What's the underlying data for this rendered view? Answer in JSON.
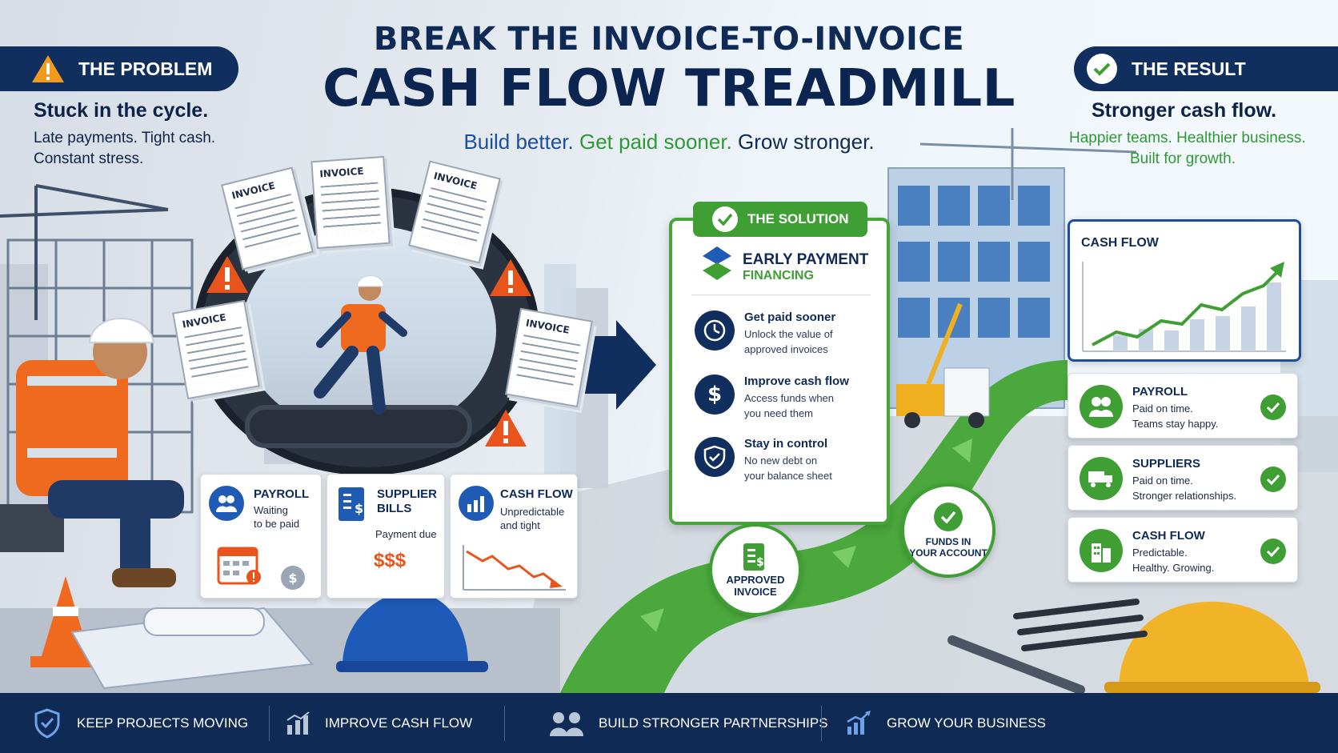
{
  "title": {
    "line1": "BREAK THE INVOICE-TO-INVOICE",
    "line2": "CASH FLOW TREADMILL"
  },
  "tagline": {
    "part1": "Build better.",
    "part2": "Get paid sooner.",
    "part3": "Grow stronger."
  },
  "problem": {
    "label": "THE PROBLEM",
    "heading": "Stuck in the cycle.",
    "line1": "Late payments. Tight cash.",
    "line2": "Constant stress.",
    "invoice_label": "INVOICE",
    "cards": [
      {
        "title": "PAYROLL",
        "text1": "Waiting",
        "text2": "to be paid"
      },
      {
        "title": "SUPPLIER",
        "title2": "BILLS",
        "text1": "Payment due",
        "amount": "$$$"
      },
      {
        "title": "CASH FLOW",
        "text1": "Unpredictable",
        "text2": "and tight"
      }
    ]
  },
  "solution": {
    "label": "THE SOLUTION",
    "brand_line1": "EARLY PAYMENT",
    "brand_line2": "FINANCING",
    "items": [
      {
        "title": "Get paid sooner",
        "text1": "Unlock the value of",
        "text2": "approved invoices"
      },
      {
        "title": "Improve cash flow",
        "text1": "Access funds when",
        "text2": "you need them"
      },
      {
        "title": "Stay in control",
        "text1": "No new debt on",
        "text2": "your balance sheet"
      }
    ],
    "badge_approved_1": "APPROVED",
    "badge_approved_2": "INVOICE",
    "badge_funds_1": "FUNDS IN",
    "badge_funds_2": "YOUR ACCOUNT"
  },
  "result": {
    "label": "THE RESULT",
    "heading": "Stronger cash flow.",
    "line1": "Happier teams. Healthier business.",
    "line2": "Built for growth.",
    "chart_title": "CASH FLOW",
    "cards": [
      {
        "title": "PAYROLL",
        "text1": "Paid on time.",
        "text2": "Teams stay happy."
      },
      {
        "title": "SUPPLIERS",
        "text1": "Paid on time.",
        "text2": "Stronger relationships."
      },
      {
        "title": "CASH FLOW",
        "text1": "Predictable.",
        "text2": "Healthy. Growing."
      }
    ]
  },
  "footer": {
    "items": [
      {
        "label": "KEEP PROJECTS MOVING",
        "icon": "shield-icon"
      },
      {
        "label": "IMPROVE CASH FLOW",
        "icon": "bar-chart-icon"
      },
      {
        "label": "BUILD STRONGER PARTNERSHIPS",
        "icon": "people-icon"
      },
      {
        "label": "GROW YOUR BUSINESS",
        "icon": "growth-chart-icon"
      }
    ]
  },
  "colors": {
    "navy": "#102e5e",
    "green": "#3f9e34",
    "warning_orange": "#e8541b",
    "cash_red": "#e8541b"
  }
}
